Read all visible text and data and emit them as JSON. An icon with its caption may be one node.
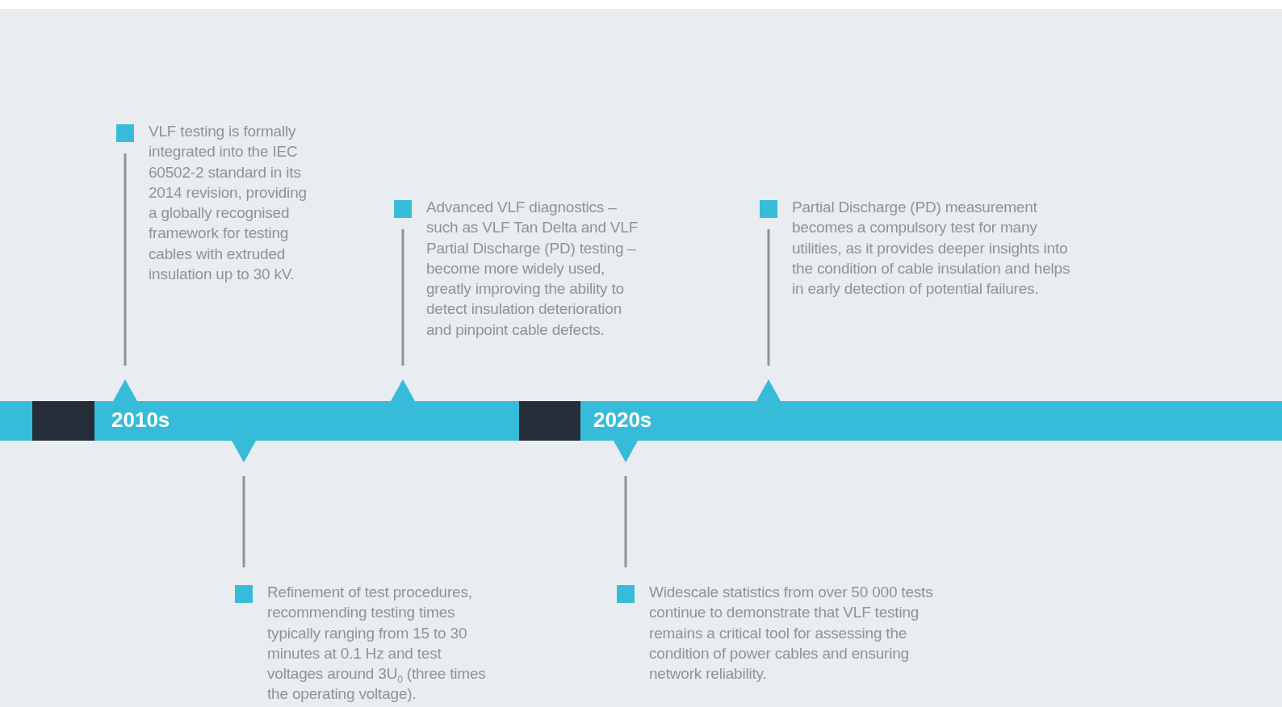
{
  "diagram": {
    "nodes": [
      {
        "text": [
          "VLF testing is formally integrated into the IEC 60502-2 standard in its 2014 revision, providing a globally recognised framework for testing cables with extruded insulation up to 30 kV."
        ]
      },
      {
        "text": [
          "Refinement of test procedures, recommending testing times typically ranging from 15 to 30 minutes at 0.1 Hz and test voltages around 3U$_{0}$ (three times the operating voltage)."
        ]
      },
      {
        "text": [
          "Advanced VLF diagnostics – such as VLF Tan Delta and VLF Partial Discharge (PD) testing – become more widely used, greatly improving the ability to detect insulation deterioration and pinpoint cable defects."
        ]
      },
      {
        "text": [
          "Widescale statistics from over 50 000 tests continue to demonstrate that VLF testing remains a critical tool for assessing the condition of power cables and ensuring network reliability."
        ]
      },
      {
        "text": [
          "Partial Discharge (PD) measurement becomes a compulsory test for many utilities, as it provides deeper insights into the condition of cable insulation and helps in early detection of potential failures."
        ]
      }
    ],
    "labels": [
      "2010s",
      "2020s"
    ]
  }
}
